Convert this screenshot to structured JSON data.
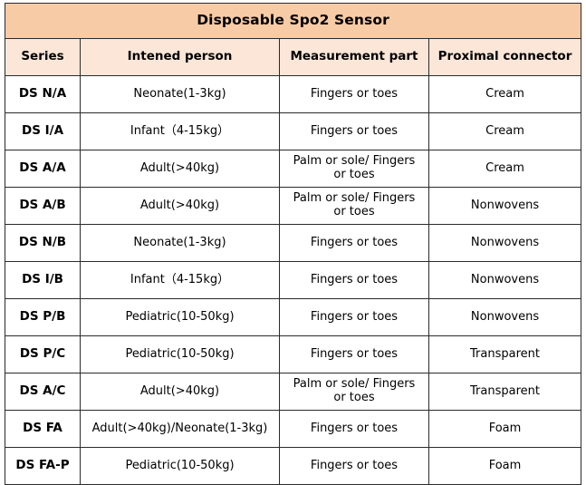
{
  "table": {
    "title": "Disposable Spo2 Sensor",
    "columns": [
      {
        "key": "series",
        "label": "Series"
      },
      {
        "key": "person",
        "label": "Intened person"
      },
      {
        "key": "part",
        "label": "Measurement part"
      },
      {
        "key": "connector",
        "label": "Proximal connector"
      }
    ],
    "rows": [
      {
        "series": "DS N/A",
        "person": "Neonate(1-3kg)",
        "part": "Fingers or toes",
        "connector": "Cream"
      },
      {
        "series": "DS I/A",
        "person": "Infant（4-15kg）",
        "part": "Fingers or toes",
        "connector": "Cream"
      },
      {
        "series": "DS A/A",
        "person": "Adult(>40kg)",
        "part": "Palm or sole/   Fingers\nor toes",
        "connector": "Cream"
      },
      {
        "series": "DS A/B",
        "person": "Adult(>40kg)",
        "part": "Palm or sole/   Fingers\nor toes",
        "connector": "Nonwovens"
      },
      {
        "series": "DS N/B",
        "person": "Neonate(1-3kg)",
        "part": "Fingers or toes",
        "connector": "Nonwovens"
      },
      {
        "series": "DS I/B",
        "person": "Infant（4-15kg）",
        "part": "Fingers or toes",
        "connector": "Nonwovens"
      },
      {
        "series": "DS P/B",
        "person": "Pediatric(10-50kg)",
        "part": "Fingers or toes",
        "connector": "Nonwovens"
      },
      {
        "series": "DS P/C",
        "person": "Pediatric(10-50kg)",
        "part": "Fingers or toes",
        "connector": "Transparent"
      },
      {
        "series": "DS A/C",
        "person": "Adult(>40kg)",
        "part": "Palm or sole/   Fingers\nor toes",
        "connector": "Transparent"
      },
      {
        "series": "DS FA",
        "person": "Adult(>40kg)/Neonate(1-3kg)",
        "part": "Fingers or toes",
        "connector": "Foam"
      },
      {
        "series": "DS FA-P",
        "person": "Pediatric(10-50kg)",
        "part": "Fingers or toes",
        "connector": "Foam"
      }
    ],
    "colors": {
      "title_background": "#F7CBA6",
      "header_background": "#FBE6D8",
      "cell_background": "#FFFFFF",
      "border": "#2B2B2B",
      "text": "#000000"
    }
  }
}
